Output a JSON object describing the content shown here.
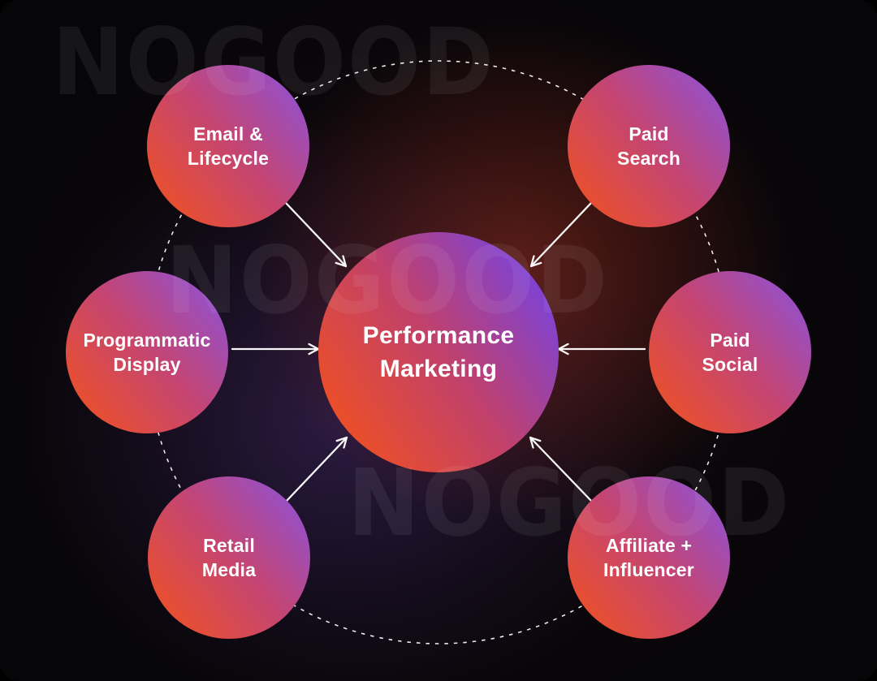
{
  "watermark": {
    "text": "NOGOOD"
  },
  "colors": {
    "sat_start": "#F1511F",
    "sat_mid": "#C44573",
    "sat_end": "#8A52DE",
    "ctr_start": "#F1501F",
    "ctr_mid": "#C24169",
    "ctr_end": "#6E42EE",
    "line_color": "#FFFFFF",
    "wm_color": "rgba(255,255,255,0.065)",
    "glow_red": "rgba(150,44,26,0.55)",
    "glow_purple": "rgba(106,66,180,0.30)",
    "bg_base": "#060507"
  },
  "diagram": {
    "center": {
      "id": "performance-marketing",
      "lines": [
        "Performance",
        "Marketing"
      ]
    },
    "nodes": [
      {
        "id": "email-lifecycle",
        "lines": [
          "Email &",
          "Lifecycle"
        ]
      },
      {
        "id": "paid-search",
        "lines": [
          "Paid",
          "Search"
        ]
      },
      {
        "id": "programmatic-display",
        "lines": [
          "Programmatic",
          "Display"
        ]
      },
      {
        "id": "paid-social",
        "lines": [
          "Paid",
          "Social"
        ]
      },
      {
        "id": "retail-media",
        "lines": [
          "Retail",
          "Media"
        ]
      },
      {
        "id": "affiliate-influencer",
        "lines": [
          "Affiliate +",
          "Influencer"
        ]
      }
    ]
  }
}
